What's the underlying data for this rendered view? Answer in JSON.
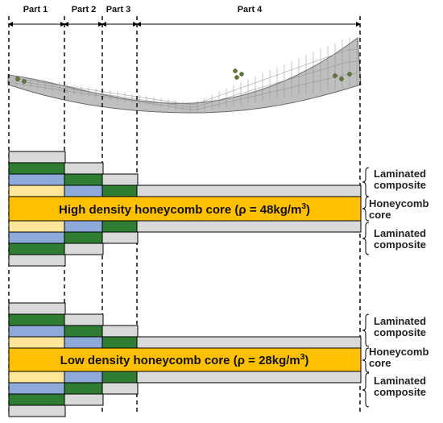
{
  "parts": [
    "Part 1",
    "Part 2",
    "Part 3",
    "Part 4"
  ],
  "colors": {
    "grey_ply": "#d9d9d9",
    "green_ply": "#2e7d32",
    "blue_ply": "#8eaadb",
    "yellow_ply": "#ffe699",
    "core": "#ffc000",
    "blade": "#a6a6a6",
    "stroke": "#000000"
  },
  "sections": [
    {
      "core_text": "High density honeycomb core (ρ = 48kg/m",
      "core_sup": "3",
      "core_close": ")",
      "labels": {
        "upper": [
          "Laminated",
          "composite"
        ],
        "core": [
          "Honeycomb",
          "core"
        ],
        "lower": [
          "Laminated",
          "composite"
        ]
      }
    },
    {
      "core_text": "Low density honeycomb core (ρ = 28kg/m",
      "core_sup": "3",
      "core_close": ")",
      "labels": {
        "upper": [
          "Laminated",
          "composite"
        ],
        "core": [
          "Honeycomb",
          "core"
        ],
        "lower": [
          "Laminated",
          "composite"
        ]
      }
    }
  ]
}
